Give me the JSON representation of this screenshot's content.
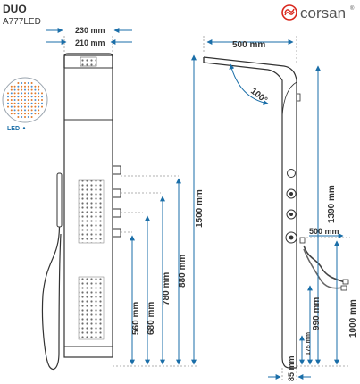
{
  "header": {
    "model": "DUO",
    "code": "A777LED",
    "brand": "corsan",
    "brand_mark": "®"
  },
  "led_label": "LED",
  "dimensions": {
    "width_outer": "230 mm",
    "width_inner": "210 mm",
    "depth": "500 mm",
    "angle": "100°",
    "height_total": "1500 mm",
    "height_outlet": "1390 mm",
    "h_880": "880 mm",
    "h_780": "780 mm",
    "h_680": "680 mm",
    "h_560": "560 mm",
    "hose_len": "500 mm",
    "h_1000": "1000 mm",
    "h_990": "990 mm",
    "h_175": "175 mm",
    "d_85": "85 mm"
  },
  "colors": {
    "dim_line": "#1a6ea8",
    "panel_stroke": "#333333",
    "brand": "#d9261c"
  },
  "icons": [
    "led-dots-icon",
    "corsan-logo-icon"
  ]
}
